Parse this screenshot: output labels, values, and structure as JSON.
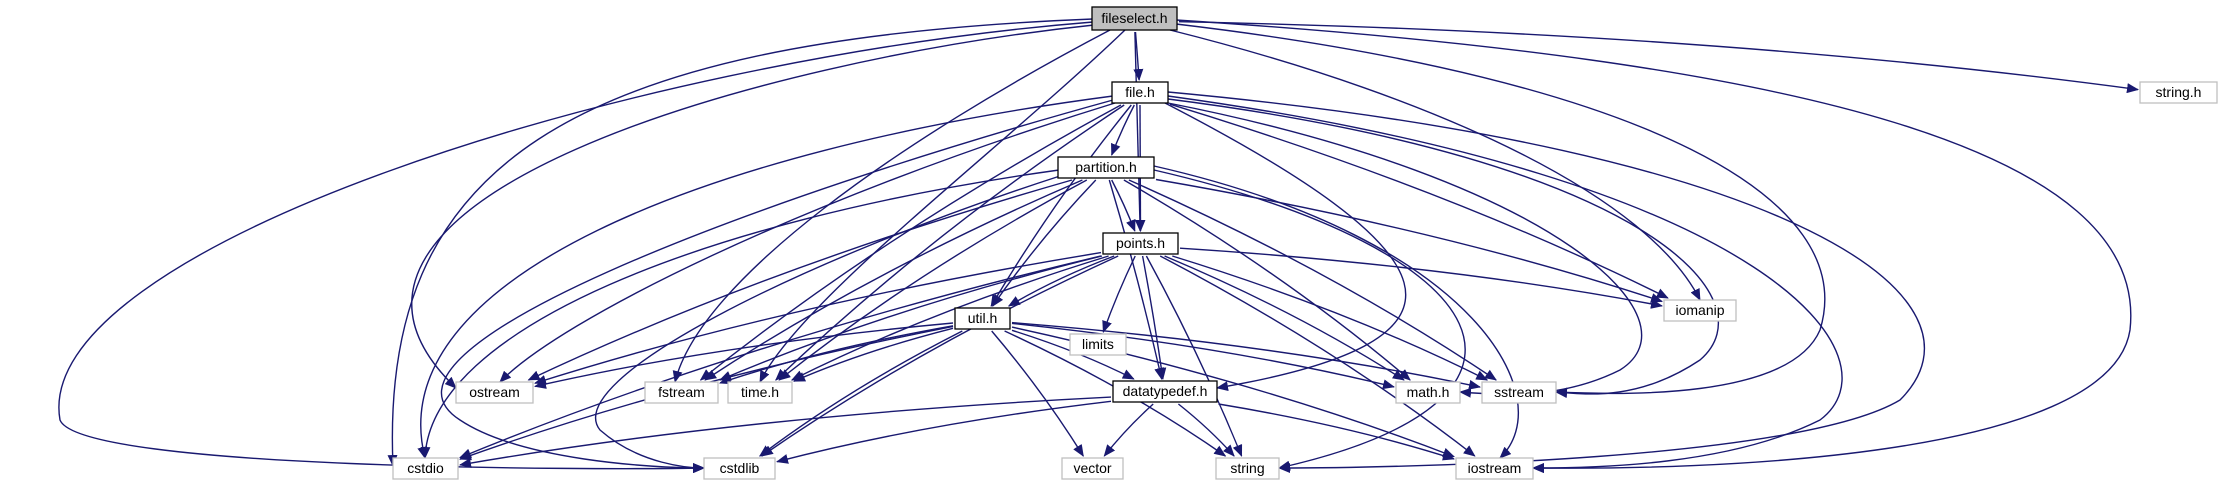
{
  "diagram": {
    "colors": {
      "edge": "#191970",
      "documented_border": "#000000",
      "external_border": "#bfbfbf",
      "focus_fill": "#bfbfbf",
      "node_fill": "#ffffff"
    },
    "nodes": [
      {
        "id": "fileselect",
        "label": "fileselect.h",
        "kind": "focus"
      },
      {
        "id": "file",
        "label": "file.h",
        "kind": "documented"
      },
      {
        "id": "partition",
        "label": "partition.h",
        "kind": "documented"
      },
      {
        "id": "points",
        "label": "points.h",
        "kind": "documented"
      },
      {
        "id": "util",
        "label": "util.h",
        "kind": "documented"
      },
      {
        "id": "datatypedef",
        "label": "datatypedef.h",
        "kind": "documented"
      },
      {
        "id": "string_h",
        "label": "string.h",
        "kind": "external"
      },
      {
        "id": "limits",
        "label": "limits",
        "kind": "external"
      },
      {
        "id": "iomanip",
        "label": "iomanip",
        "kind": "external"
      },
      {
        "id": "ostream",
        "label": "ostream",
        "kind": "external"
      },
      {
        "id": "fstream",
        "label": "fstream",
        "kind": "external"
      },
      {
        "id": "time_h",
        "label": "time.h",
        "kind": "external"
      },
      {
        "id": "math_h",
        "label": "math.h",
        "kind": "external"
      },
      {
        "id": "sstream",
        "label": "sstream",
        "kind": "external"
      },
      {
        "id": "cstdio",
        "label": "cstdio",
        "kind": "external"
      },
      {
        "id": "cstdlib",
        "label": "cstdlib",
        "kind": "external"
      },
      {
        "id": "vector",
        "label": "vector",
        "kind": "external"
      },
      {
        "id": "string",
        "label": "string",
        "kind": "external"
      },
      {
        "id": "iostream",
        "label": "iostream",
        "kind": "external"
      }
    ],
    "edges": [
      [
        "fileselect",
        "file"
      ],
      [
        "fileselect",
        "points"
      ],
      [
        "fileselect",
        "string_h"
      ],
      [
        "fileselect",
        "iomanip"
      ],
      [
        "fileselect",
        "sstream"
      ],
      [
        "fileselect",
        "ostream"
      ],
      [
        "fileselect",
        "fstream"
      ],
      [
        "fileselect",
        "time_h"
      ],
      [
        "fileselect",
        "cstdio"
      ],
      [
        "fileselect",
        "cstdlib"
      ],
      [
        "fileselect",
        "iostream"
      ],
      [
        "file",
        "partition"
      ],
      [
        "file",
        "points"
      ],
      [
        "file",
        "util"
      ],
      [
        "file",
        "datatypedef"
      ],
      [
        "file",
        "iomanip"
      ],
      [
        "file",
        "math_h"
      ],
      [
        "file",
        "sstream"
      ],
      [
        "file",
        "string"
      ],
      [
        "file",
        "iostream"
      ],
      [
        "file",
        "ostream"
      ],
      [
        "file",
        "fstream"
      ],
      [
        "file",
        "time_h"
      ],
      [
        "file",
        "cstdio"
      ],
      [
        "file",
        "cstdlib"
      ],
      [
        "partition",
        "points"
      ],
      [
        "partition",
        "util"
      ],
      [
        "partition",
        "datatypedef"
      ],
      [
        "partition",
        "iomanip"
      ],
      [
        "partition",
        "math_h"
      ],
      [
        "partition",
        "sstream"
      ],
      [
        "partition",
        "string"
      ],
      [
        "partition",
        "iostream"
      ],
      [
        "partition",
        "ostream"
      ],
      [
        "partition",
        "fstream"
      ],
      [
        "partition",
        "time_h"
      ],
      [
        "partition",
        "cstdio"
      ],
      [
        "partition",
        "cstdlib"
      ],
      [
        "points",
        "util"
      ],
      [
        "points",
        "datatypedef"
      ],
      [
        "points",
        "limits"
      ],
      [
        "points",
        "iomanip"
      ],
      [
        "points",
        "math_h"
      ],
      [
        "points",
        "sstream"
      ],
      [
        "points",
        "string"
      ],
      [
        "points",
        "iostream"
      ],
      [
        "points",
        "ostream"
      ],
      [
        "points",
        "fstream"
      ],
      [
        "points",
        "time_h"
      ],
      [
        "points",
        "cstdio"
      ],
      [
        "points",
        "cstdlib"
      ],
      [
        "util",
        "datatypedef"
      ],
      [
        "util",
        "ostream"
      ],
      [
        "util",
        "fstream"
      ],
      [
        "util",
        "time_h"
      ],
      [
        "util",
        "math_h"
      ],
      [
        "util",
        "sstream"
      ],
      [
        "util",
        "vector"
      ],
      [
        "util",
        "string"
      ],
      [
        "util",
        "iostream"
      ],
      [
        "util",
        "cstdio"
      ],
      [
        "util",
        "cstdlib"
      ],
      [
        "datatypedef",
        "vector"
      ],
      [
        "datatypedef",
        "string"
      ],
      [
        "datatypedef",
        "iostream"
      ],
      [
        "datatypedef",
        "cstdio"
      ],
      [
        "datatypedef",
        "cstdlib"
      ]
    ]
  }
}
